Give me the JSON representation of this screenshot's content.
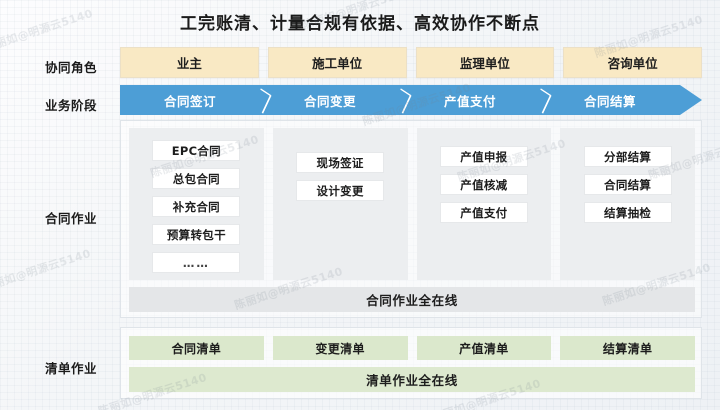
{
  "title": "工完账清、计量合规有依据、高效协作不断点",
  "row_labels": {
    "roles": "协同角色",
    "stages": "业务阶段",
    "contract": "合同作业",
    "boq": "清单作业"
  },
  "roles": [
    {
      "label": "业主"
    },
    {
      "label": "施工单位"
    },
    {
      "label": "监理单位"
    },
    {
      "label": "咨询单位"
    }
  ],
  "stages": [
    {
      "label": "合同签订"
    },
    {
      "label": "合同变更"
    },
    {
      "label": "产值支付"
    },
    {
      "label": "合同结算"
    }
  ],
  "contract": {
    "columns": [
      {
        "items": [
          {
            "label": "EPC合同"
          },
          {
            "label": "总包合同"
          },
          {
            "label": "补充合同"
          },
          {
            "label": "预算转包干"
          },
          {
            "label": "……"
          }
        ]
      },
      {
        "items": [
          {
            "label": "现场签证"
          },
          {
            "label": "设计变更"
          }
        ]
      },
      {
        "items": [
          {
            "label": "产值申报"
          },
          {
            "label": "产值核减"
          },
          {
            "label": "产值支付"
          }
        ]
      },
      {
        "items": [
          {
            "label": "分部结算"
          },
          {
            "label": "合同结算"
          },
          {
            "label": "结算抽检"
          }
        ]
      }
    ],
    "banner": "合同作业全在线"
  },
  "boq": {
    "chips": [
      {
        "label": "合同清单"
      },
      {
        "label": "变更清单"
      },
      {
        "label": "产值清单"
      },
      {
        "label": "结算清单"
      }
    ],
    "banner": "清单作业全在线"
  },
  "watermarks": [
    "陈丽如@明源云5140",
    "陈丽如@明源云5140",
    "陈丽如@明源云5140",
    "陈丽如@明源云5140",
    "陈丽如@明源云5140",
    "陈丽如@明源云5140",
    "陈丽如@明源云5140",
    "陈丽如@明源云5140",
    "陈丽如@明源云5140",
    "陈丽如@明源云5140",
    "陈丽如@明源云5140",
    "陈丽如@明源云5140"
  ],
  "colors": {
    "role_fill": "#f9e9c4",
    "stage_fill": "#4d9ed6",
    "column_fill": "#eceef0",
    "chip_fill": "#ffffff",
    "contract_banner_fill": "#e4e6e8",
    "boq_chip_fill": "#dbe8cc",
    "boq_banner_fill": "#dde9cf"
  }
}
